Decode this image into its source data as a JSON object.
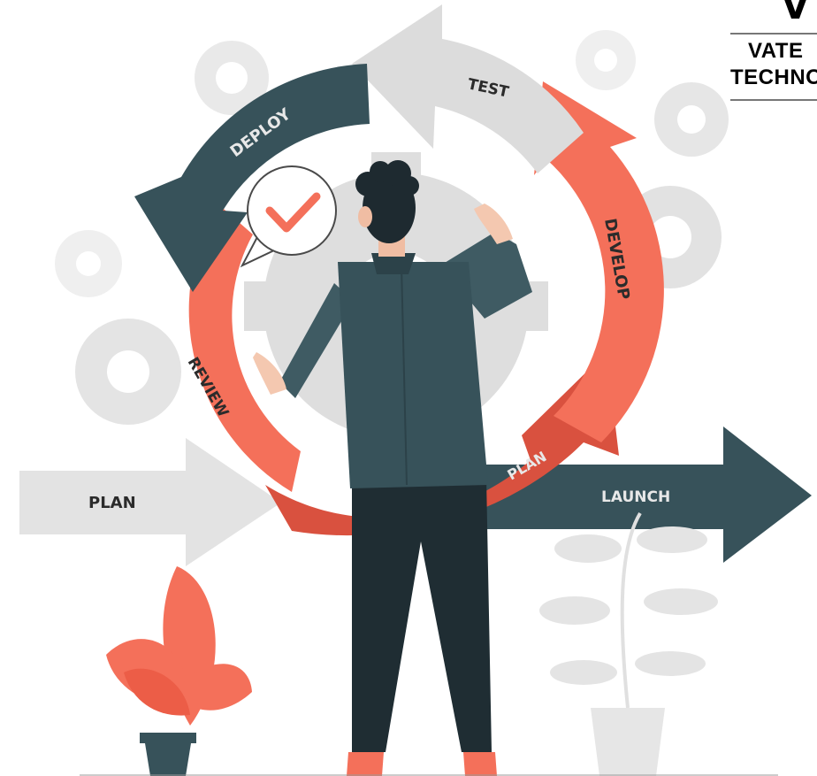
{
  "diagram": {
    "stages": {
      "test": "TEST",
      "deploy": "DEPLOY",
      "develop": "DEVELOP",
      "review": "REVIEW",
      "plan_arc": "PLAN",
      "plan_arrow": "PLAN",
      "launch": "LAUNCH"
    }
  },
  "logo": {
    "line1": "VATE",
    "line2": "TECHNO"
  },
  "colors": {
    "coral": "#f4705a",
    "coral_dark": "#d9513f",
    "slate": "#37525a",
    "light_gray": "#e3e3e3",
    "gear_gray": "#dcdcdc",
    "pants": "#1f2d33"
  }
}
